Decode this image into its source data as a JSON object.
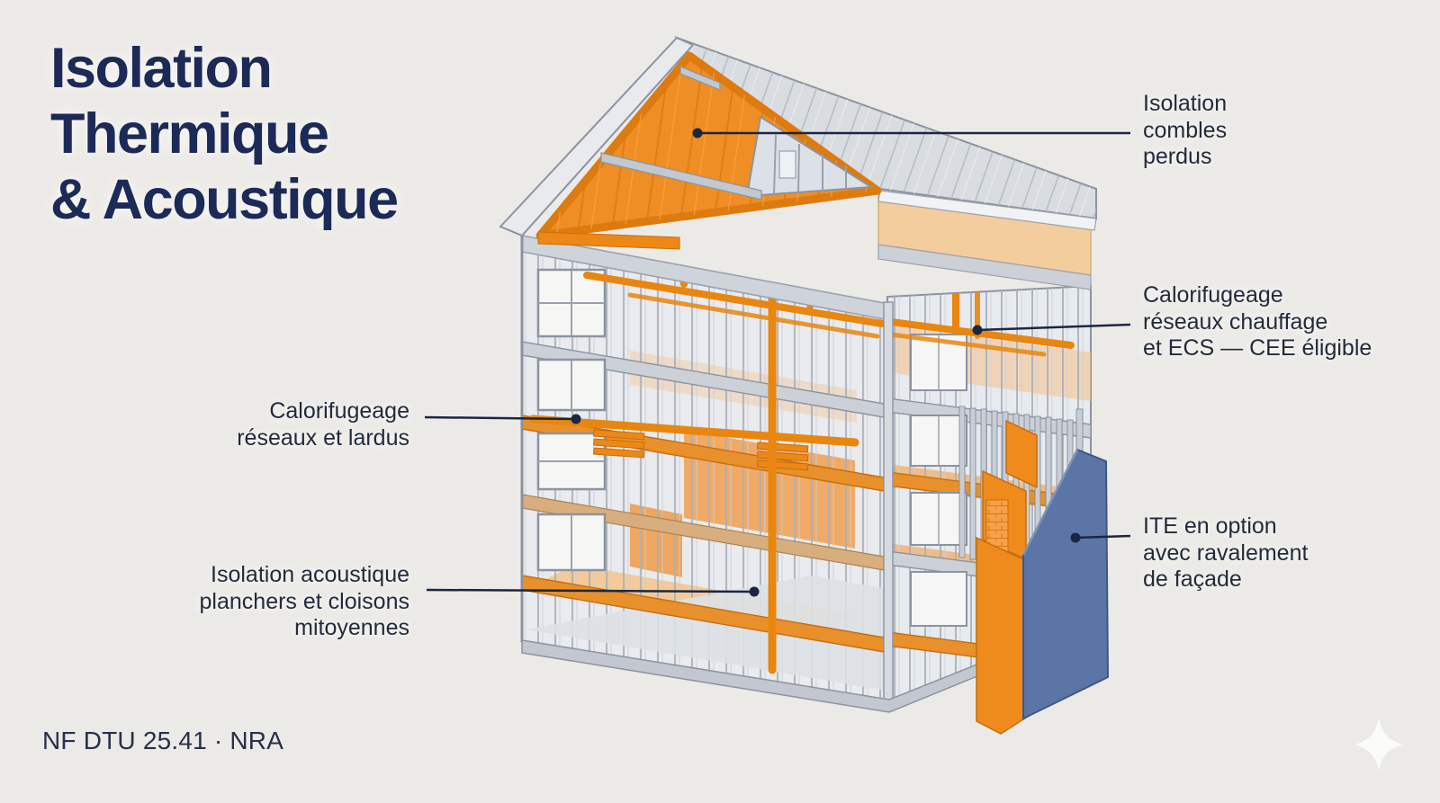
{
  "title": {
    "lines": [
      "Isolation",
      "Thermique",
      "& Acoustique"
    ]
  },
  "annotations": {
    "combles": {
      "lines": [
        "Isolation",
        "combles",
        "perdus"
      ]
    },
    "chauffage": {
      "lines": [
        "Calorifugeage",
        "réseaux chauffage",
        "et ECS — CEE éligible"
      ]
    },
    "ite": {
      "lines": [
        "ITE en option",
        "avec ravalement",
        "de façade"
      ]
    },
    "calorifugeage": {
      "lines": [
        "Calorifugeage",
        "réseaux et lardus"
      ]
    },
    "acoustique": {
      "lines": [
        "Isolation acoustique",
        "planchers et cloisons",
        "mitoyennes"
      ]
    }
  },
  "footer": {
    "text": "NF DTU 25.41 · NRA"
  },
  "icons": {
    "bottom_right": "sparkle-icon"
  },
  "colors": {
    "background": "#ECEAE6",
    "title_navy": "#1C2A57",
    "label_text": "#222B3C",
    "leader_line": "#1B2642",
    "insulation_orange": "#F08A1D",
    "insulation_orange_dark": "#D9780F",
    "attic_peach": "#F4CD9E",
    "ite_blue": "#5B76A6",
    "structure_gray": "#8B93A0"
  }
}
